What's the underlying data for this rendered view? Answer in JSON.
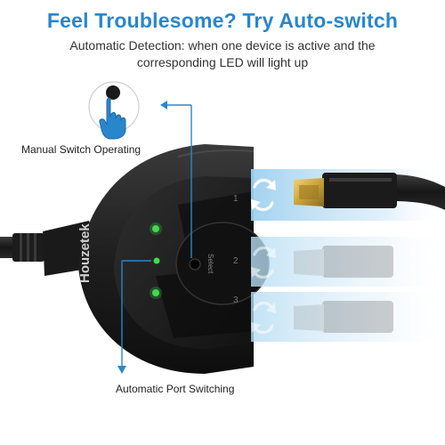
{
  "headline": "Feel Troublesome? Try Auto-switch",
  "subtitle_line1": "Automatic Detection: when one device is active and the",
  "subtitle_line2": "corresponding LED will light up",
  "callouts": {
    "manual": "Manual Switch Operating",
    "auto": "Automatic Port Switching"
  },
  "device": {
    "brand": "Houzetek",
    "button_label": "Select",
    "port_numbers": [
      "1",
      "2",
      "3"
    ]
  },
  "colors": {
    "headline": "#2a86cc",
    "arrow": "#2a86cc",
    "led": "#3ddc4a",
    "body": "#1c1c1c",
    "cable": "#222222",
    "plug_gold": "#c9a23a",
    "auto_switch_panel": "#8fc6ea"
  },
  "icons": [
    "touch-hand-icon",
    "auto-switch-icon",
    "arrow-down-icon",
    "arrow-up-icon"
  ]
}
